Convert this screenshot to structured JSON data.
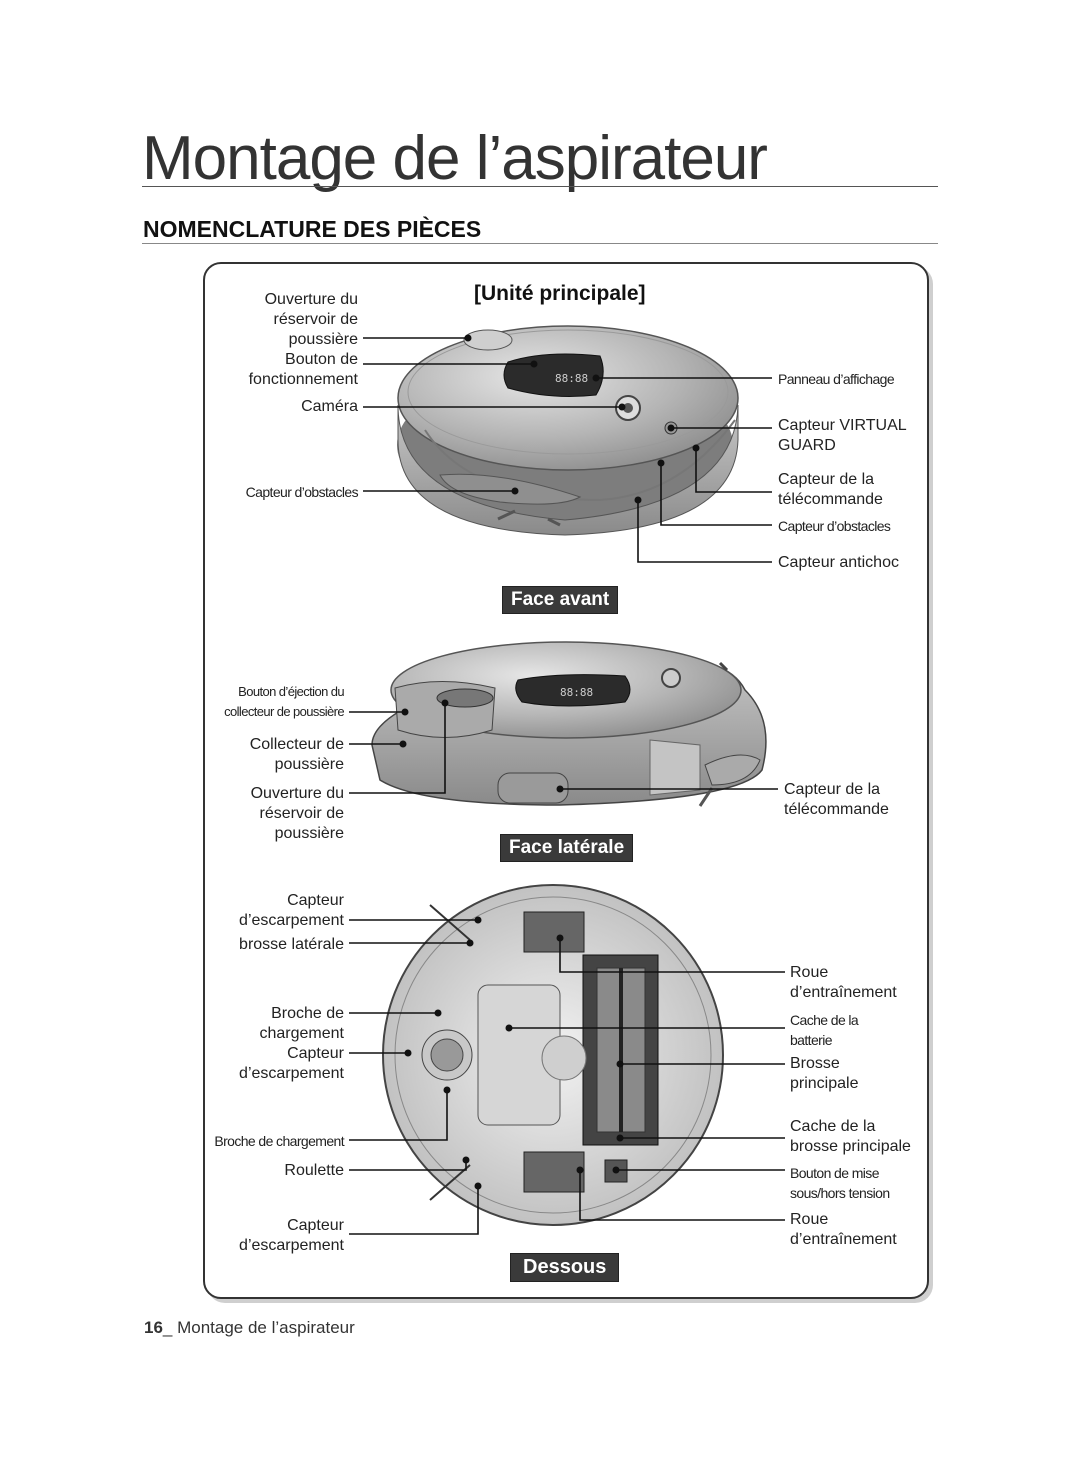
{
  "page": {
    "title": "Montage de l’aspirateur",
    "section_heading": "NOMENCLATURE DES PIÈCES",
    "footer_number": "16",
    "footer_text": "_ Montage de l’aspirateur"
  },
  "figure": {
    "unit_title": "[Unité principale]",
    "views": {
      "front": "Face avant",
      "side": "Face latérale",
      "bottom": "Dessous"
    }
  },
  "labels": {
    "front_left": [
      "Ouverture du\nréservoir de\npoussière",
      "Bouton de\nfonctionnement",
      "Caméra",
      "Capteur d’obstacles"
    ],
    "front_right": [
      "Panneau d’affichage",
      "Capteur VIRTUAL\nGUARD",
      "Capteur de la\ntélécommande",
      "Capteur d’obstacles",
      "Capteur antichoc"
    ],
    "side_left": [
      "Bouton d’éjection du\ncollecteur de poussière",
      "Collecteur de\npoussière",
      "Ouverture du\nréservoir de\npoussière"
    ],
    "side_right": [
      "Capteur de la\ntélécommande"
    ],
    "bottom_left": [
      "Capteur\nd’escarpement",
      "brosse latérale",
      "Broche de\nchargement",
      "Capteur\nd’escarpement",
      "Broche de chargement",
      "Roulette",
      "Capteur\nd’escarpement"
    ],
    "bottom_right": [
      "Roue\nd’entraînement",
      "Cache de la\nbatterie",
      "Brosse\nprincipale",
      "Cache de la\nbrosse principale",
      "Bouton de mise\nsous/hors tension",
      "Roue\nd’entraînement"
    ]
  },
  "device": {
    "display_digits": "88:88"
  }
}
